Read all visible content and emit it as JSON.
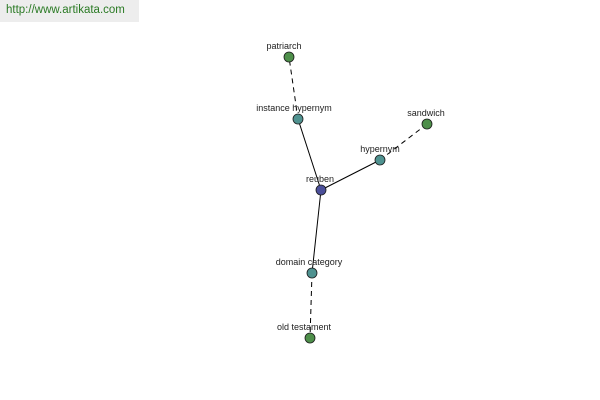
{
  "header": {
    "url": "http://www.artikata.com"
  },
  "colors": {
    "center": "#4b4f9a",
    "relation": "#4f9290",
    "leaf": "#4e8f4a"
  },
  "nodes": [
    {
      "id": "reuben",
      "label": "reuben",
      "kind": "center"
    },
    {
      "id": "instance_hypernym",
      "label": "instance hypernym",
      "kind": "relation"
    },
    {
      "id": "patriarch",
      "label": "patriarch",
      "kind": "leaf"
    },
    {
      "id": "hypernym",
      "label": "hypernym",
      "kind": "relation"
    },
    {
      "id": "sandwich",
      "label": "sandwich",
      "kind": "leaf"
    },
    {
      "id": "domain_category",
      "label": "domain category",
      "kind": "relation"
    },
    {
      "id": "old_testament",
      "label": "old testament",
      "kind": "leaf"
    }
  ],
  "edges": [
    {
      "from": "reuben",
      "to": "instance_hypernym",
      "style": "solid"
    },
    {
      "from": "instance_hypernym",
      "to": "patriarch",
      "style": "dashed"
    },
    {
      "from": "reuben",
      "to": "hypernym",
      "style": "solid"
    },
    {
      "from": "hypernym",
      "to": "sandwich",
      "style": "dashed"
    },
    {
      "from": "reuben",
      "to": "domain_category",
      "style": "solid"
    },
    {
      "from": "domain_category",
      "to": "old_testament",
      "style": "dashed"
    }
  ]
}
